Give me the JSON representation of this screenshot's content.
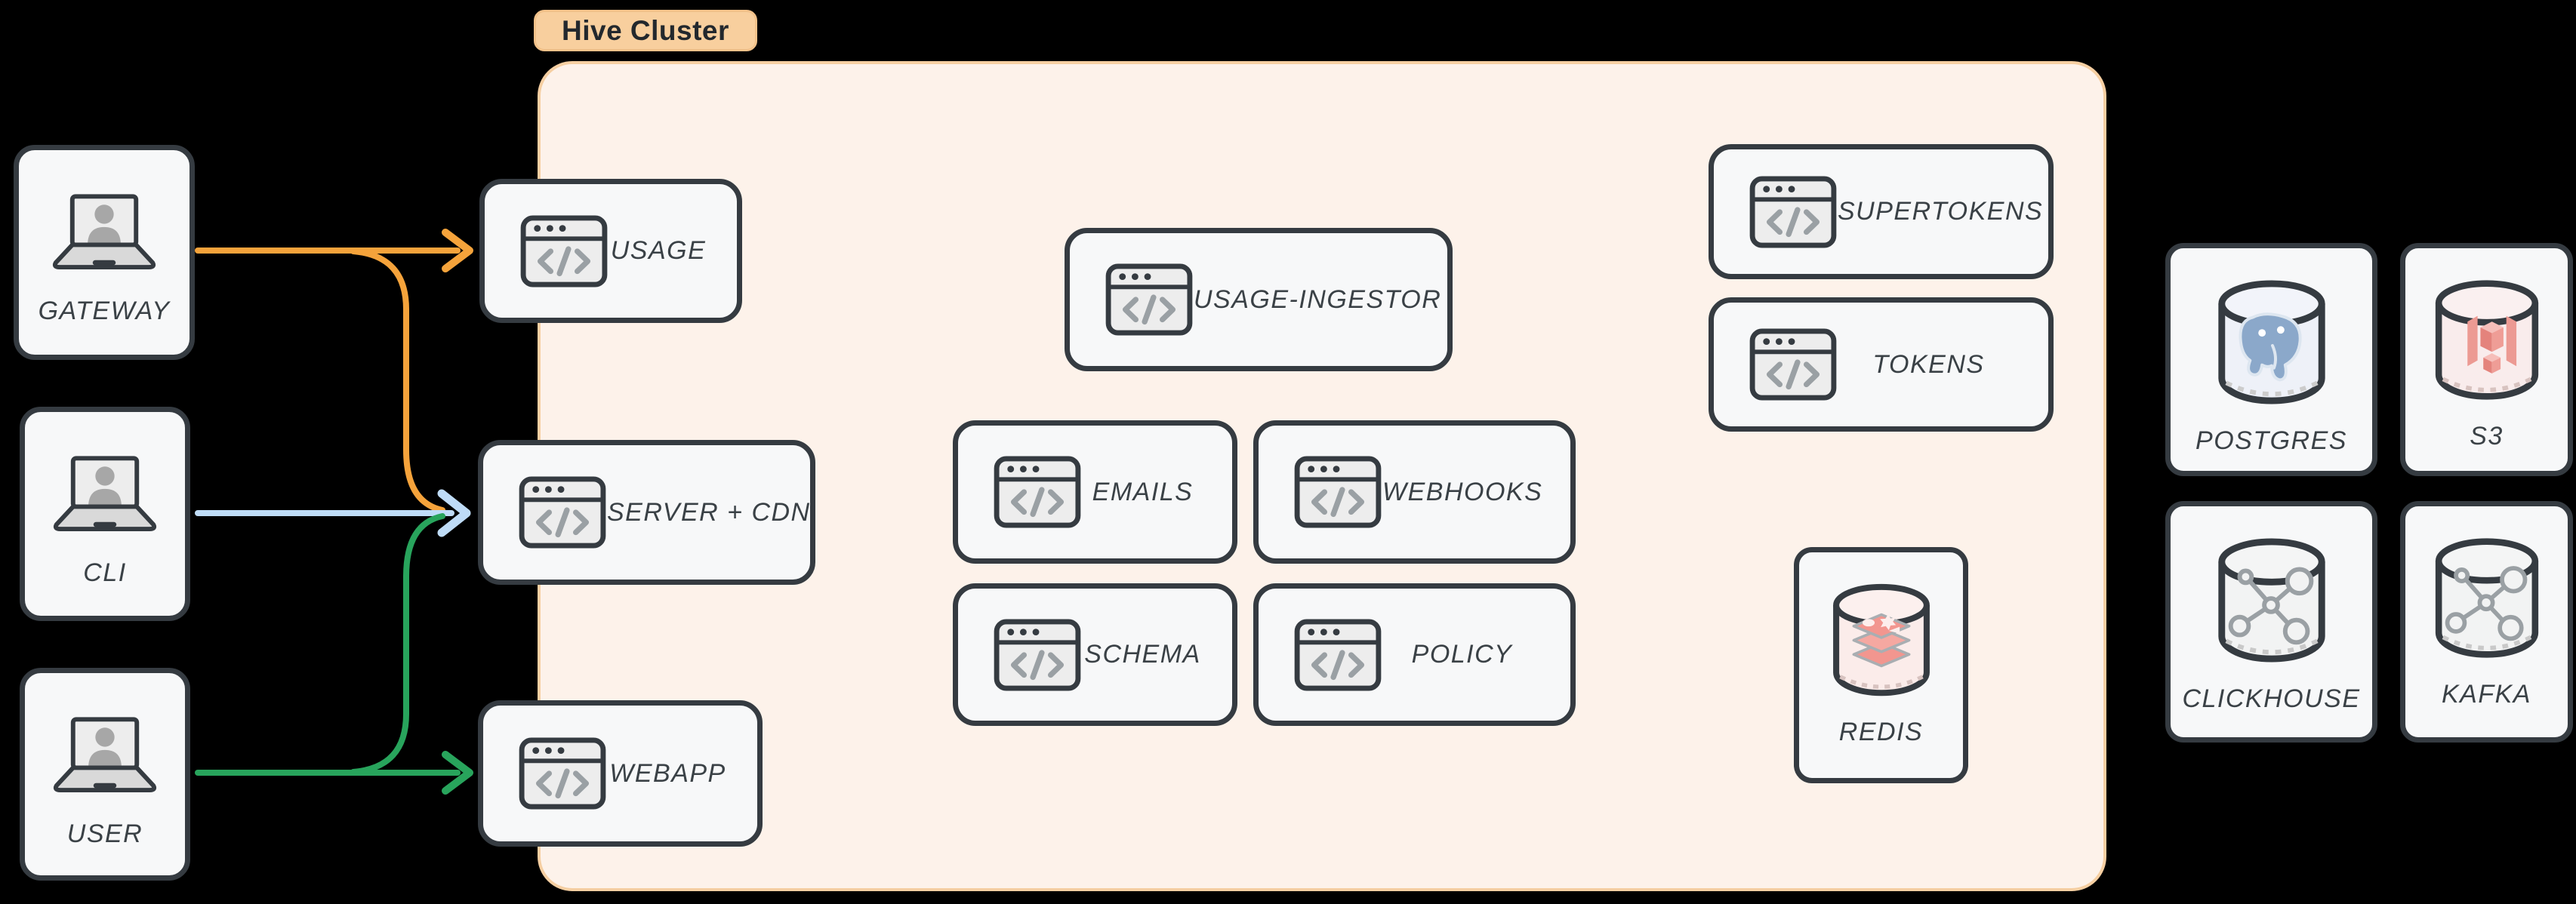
{
  "diagram_title": "Hive Cluster architecture diagram",
  "cluster": {
    "label": "Hive Cluster",
    "badge_bg": "#f8cf9e",
    "fill": "#fdf2ea",
    "border": "#f6cfa2"
  },
  "clients": [
    {
      "label": "GATEWAY",
      "icon": "laptop-user-icon"
    },
    {
      "label": "CLI",
      "icon": "laptop-user-icon"
    },
    {
      "label": "USER",
      "icon": "laptop-user-icon"
    }
  ],
  "services": [
    {
      "label": "USAGE",
      "icon": "code-window-icon"
    },
    {
      "label": "SERVER + CDN",
      "icon": "code-window-icon"
    },
    {
      "label": "WEBAPP",
      "icon": "code-window-icon"
    },
    {
      "label": "USAGE-INGESTOR",
      "icon": "code-window-icon"
    },
    {
      "label": "EMAILS",
      "icon": "code-window-icon"
    },
    {
      "label": "WEBHOOKS",
      "icon": "code-window-icon"
    },
    {
      "label": "SCHEMA",
      "icon": "code-window-icon"
    },
    {
      "label": "POLICY",
      "icon": "code-window-icon"
    },
    {
      "label": "SUPERTOKENS",
      "icon": "code-window-icon"
    },
    {
      "label": "TOKENS",
      "icon": "code-window-icon"
    }
  ],
  "databases": [
    {
      "label": "REDIS",
      "icon": "redis-cylinder-icon",
      "tint": "#fbecea"
    },
    {
      "label": "POSTGRES",
      "icon": "postgres-cylinder-icon",
      "tint": "#eef1f8"
    },
    {
      "label": "S3",
      "icon": "s3-cylinder-icon",
      "tint": "#f9ecec"
    },
    {
      "label": "CLICKHOUSE",
      "icon": "molecule-cylinder-icon",
      "tint": "#f2f3f3"
    },
    {
      "label": "KAFKA",
      "icon": "molecule-cylinder-icon",
      "tint": "#f2f3f3"
    }
  ],
  "edges": [
    {
      "from": "GATEWAY",
      "to": "USAGE",
      "color": "#f5a33b"
    },
    {
      "from": "GATEWAY",
      "to": "SERVER + CDN",
      "color": "#f5a33b"
    },
    {
      "from": "CLI",
      "to": "SERVER + CDN",
      "color": "#bfdcf7"
    },
    {
      "from": "USER",
      "to": "SERVER + CDN",
      "color": "#28a45c"
    },
    {
      "from": "USER",
      "to": "WEBAPP",
      "color": "#28a45c"
    }
  ],
  "colors": {
    "node_border": "#353b41",
    "node_fill": "#f7f8f9",
    "label_text": "#3a4146",
    "background": "#000000"
  }
}
